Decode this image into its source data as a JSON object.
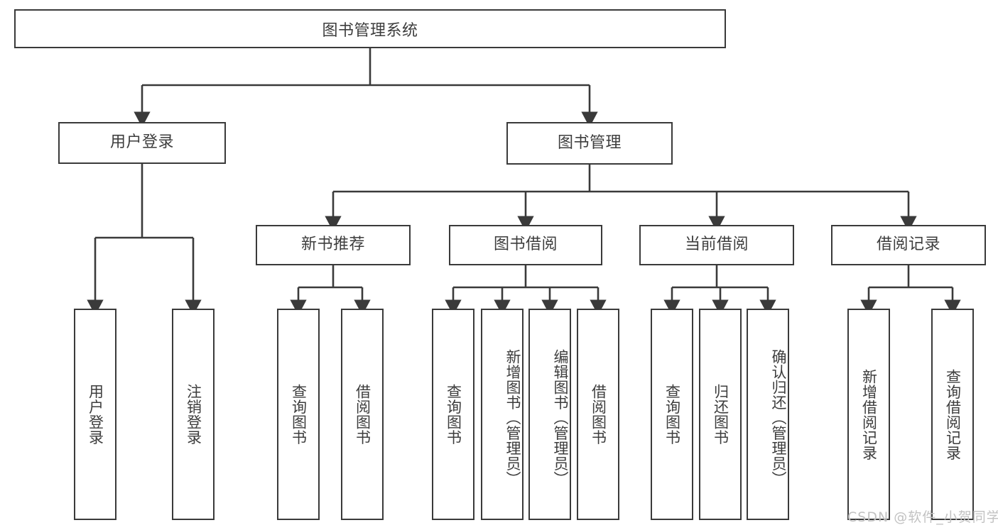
{
  "diagram": {
    "type": "hierarchy-tree",
    "title": "图书管理系统",
    "root": {
      "label": "图书管理系统"
    },
    "level1": [
      {
        "label": "用户登录"
      },
      {
        "label": "图书管理"
      }
    ],
    "level2": [
      {
        "label": "新书推荐"
      },
      {
        "label": "图书借阅"
      },
      {
        "label": "当前借阅"
      },
      {
        "label": "借阅记录"
      }
    ],
    "leaves": {
      "user_login": [
        {
          "label": "用户登录"
        },
        {
          "label": "注销登录"
        }
      ],
      "new_book_recommend": [
        {
          "label": "查询图书"
        },
        {
          "label": "借阅图书"
        }
      ],
      "book_borrow": [
        {
          "label": "查询图书"
        },
        {
          "label": "新增图书（管理员）"
        },
        {
          "label": "编辑图书（管理员）"
        },
        {
          "label": "借阅图书"
        }
      ],
      "current_borrow": [
        {
          "label": "查询图书"
        },
        {
          "label": "归还图书"
        },
        {
          "label": "确认归还（管理员）"
        }
      ],
      "borrow_record": [
        {
          "label": "新增借阅记录"
        },
        {
          "label": "查询借阅记录"
        }
      ]
    }
  },
  "watermark": {
    "text": "CSDN @软件_小贺同学"
  },
  "colors": {
    "box_border": "#3a3a3a",
    "text": "#3d3d3d",
    "line": "#3a3a3a",
    "background": "#ffffff",
    "watermark": "#c2c2c2"
  }
}
